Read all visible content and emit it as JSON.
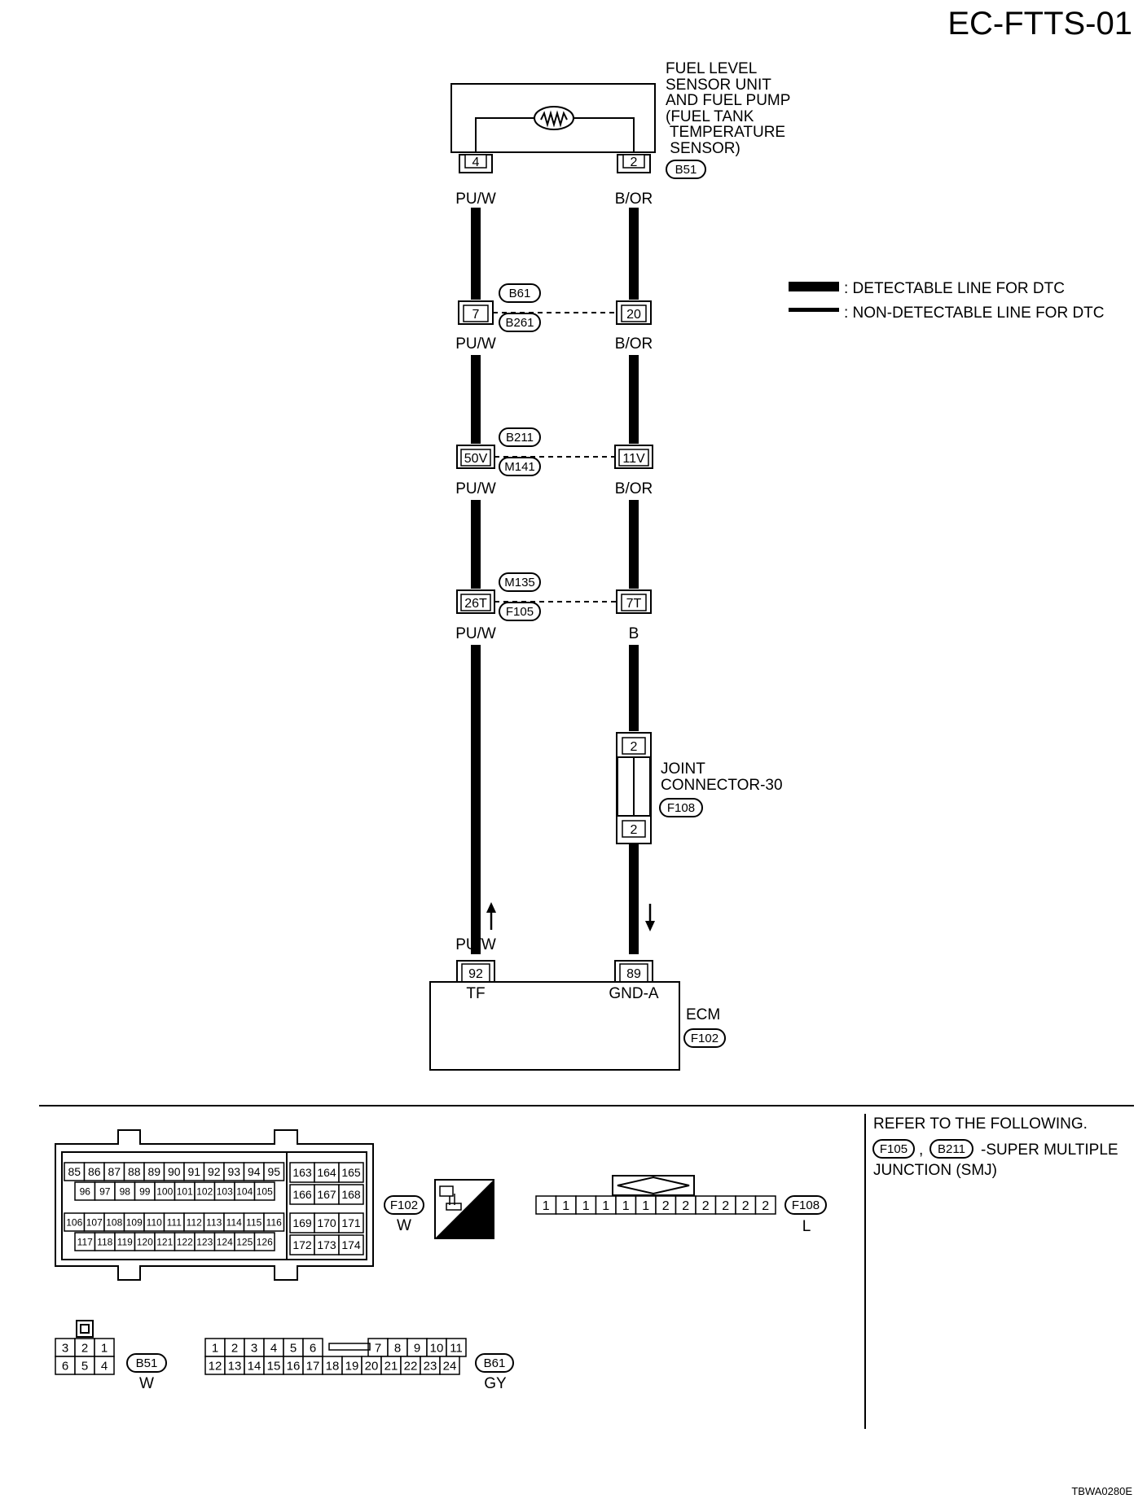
{
  "page_id": "EC-FTTS-01",
  "figure_code": "TBWA0280E",
  "colors": {
    "line": "#000000",
    "background": "#ffffff"
  },
  "components": {
    "sensor": {
      "lines": [
        "FUEL LEVEL",
        "SENSOR UNIT",
        "AND FUEL PUMP",
        "(FUEL TANK",
        " TEMPERATURE",
        " SENSOR)"
      ],
      "connector": "B51",
      "pins": [
        "4",
        "2"
      ]
    },
    "joint": {
      "lines": [
        "JOINT",
        "CONNECTOR-30"
      ],
      "connector": "F108",
      "pins": [
        "2",
        "2"
      ]
    },
    "ecm": {
      "label": "ECM",
      "connector": "F102",
      "pins": [
        "92",
        "89"
      ],
      "terminals": [
        "TF",
        "GND-A"
      ]
    }
  },
  "junctions": [
    {
      "tags": [
        "B61",
        "B261"
      ],
      "left_pin": "7",
      "right_pin": "20"
    },
    {
      "tags": [
        "B211",
        "M141"
      ],
      "left_pin": "50V",
      "right_pin": "11V"
    },
    {
      "tags": [
        "M135",
        "F105"
      ],
      "left_pin": "26T",
      "right_pin": "7T"
    }
  ],
  "wire_colors": {
    "left": [
      "PU/W",
      "PU/W",
      "PU/W",
      "PU/W",
      "PU/W"
    ],
    "right": [
      "B/OR",
      "B/OR",
      "B/OR",
      "B",
      "B"
    ]
  },
  "legend": {
    "detectable": ": DETECTABLE LINE FOR DTC",
    "non_detectable": ": NON-DETECTABLE LINE FOR DTC"
  },
  "note": {
    "title": "REFER TO THE FOLLOWING.",
    "tag1": "F105",
    "sep": ",",
    "tag2": "B211",
    "text1": "-SUPER MULTIPLE",
    "text2": "JUNCTION (SMJ)"
  },
  "connector_views": {
    "f102": {
      "tag": "F102",
      "color": "W",
      "row1": [
        "85",
        "86",
        "87",
        "88",
        "89",
        "90",
        "91",
        "92",
        "93",
        "94",
        "95"
      ],
      "row2": [
        "96",
        "97",
        "98",
        "99",
        "100",
        "101",
        "102",
        "103",
        "104",
        "105"
      ],
      "row3": [
        "106",
        "107",
        "108",
        "109",
        "110",
        "111",
        "112",
        "113",
        "114",
        "115",
        "116"
      ],
      "row4": [
        "117",
        "118",
        "119",
        "120",
        "121",
        "122",
        "123",
        "124",
        "125",
        "126"
      ],
      "right": [
        [
          "163",
          "164",
          "165"
        ],
        [
          "166",
          "167",
          "168"
        ],
        [
          "169",
          "170",
          "171"
        ],
        [
          "172",
          "173",
          "174"
        ]
      ]
    },
    "hs_label": "H.S.",
    "f108": {
      "tag": "F108",
      "color": "L",
      "pins": [
        "1",
        "1",
        "1",
        "1",
        "1",
        "1",
        "2",
        "2",
        "2",
        "2",
        "2",
        "2"
      ]
    },
    "b51": {
      "tag": "B51",
      "color": "W",
      "row1": [
        "3",
        "2",
        "1"
      ],
      "row2": [
        "6",
        "5",
        "4"
      ]
    },
    "b61": {
      "tag": "B61",
      "color": "GY",
      "row1a": [
        "1",
        "2",
        "3",
        "4",
        "5",
        "6"
      ],
      "row1b": [
        "7",
        "8",
        "9",
        "10",
        "11"
      ],
      "row2": [
        "12",
        "13",
        "14",
        "15",
        "16",
        "17",
        "18",
        "19",
        "20",
        "21",
        "22",
        "23",
        "24"
      ]
    }
  }
}
